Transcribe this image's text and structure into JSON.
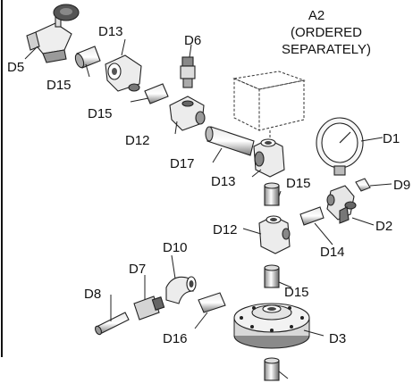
{
  "labels": {
    "d5": "D5",
    "d15_a": "D15",
    "d13_a": "D13",
    "d6": "D6",
    "d15_b": "D15",
    "d12_a": "D12",
    "a2_line1": "A2",
    "a2_line2": "(ORDERED",
    "a2_line3": "SEPARATELY)",
    "d1": "D1",
    "d17": "D17",
    "d13_b": "D13",
    "d15_c": "D15",
    "d9": "D9",
    "d2": "D2",
    "d12_b": "D12",
    "d14": "D14",
    "d10": "D10",
    "d7": "D7",
    "d8": "D8",
    "d15_d": "D15",
    "d16": "D16",
    "d3": "D3"
  },
  "colors": {
    "line": "#222222",
    "part_fill": "#f2f2f2",
    "part_shade": "#9a9a9a",
    "dark_fill": "#3a3a3a"
  }
}
